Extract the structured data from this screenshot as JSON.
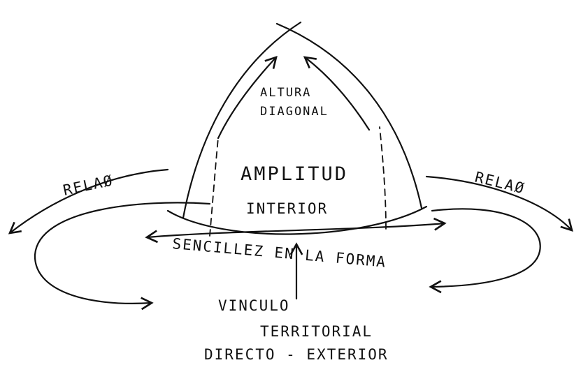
{
  "labels": {
    "altura_line1": "ALTURA",
    "altura_line2": "DIAGONAL",
    "amplitud": "AMPLITUD",
    "interior": "INTERIOR",
    "relation_left": "RELAØ",
    "relation_right": "RELAØ",
    "base": "SENCILLEZ EN LA FORMA",
    "vinculo_line1": "VINCULO",
    "vinculo_line2": "TERRITORIAL",
    "vinculo_line3": "DIRECTO - EXTERIOR"
  },
  "style": {
    "ink_color": "#111111",
    "paper_color": "#ffffff"
  }
}
